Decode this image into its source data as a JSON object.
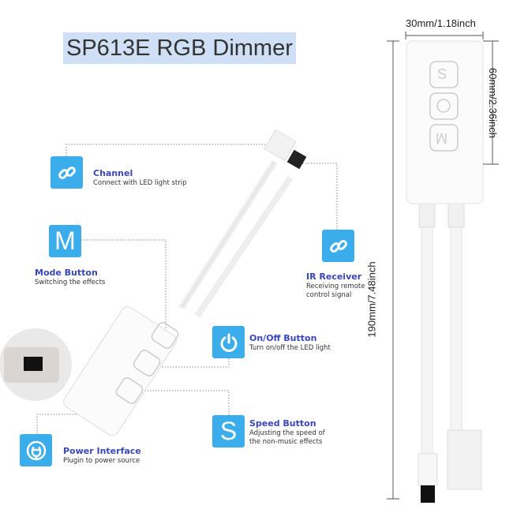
{
  "title": "SP613E RGB Dimmer",
  "features": {
    "channel": {
      "title": "Channel",
      "desc": "Connect with LED light strip"
    },
    "mode": {
      "title": "Mode Button",
      "desc": "Switching the effects",
      "icon_letter": "M"
    },
    "ir": {
      "title": "IR Receiver",
      "desc1": "Receiving remote",
      "desc2": "control signal"
    },
    "onoff": {
      "title": "On/Off Button",
      "desc": "Turn on/off the LED light"
    },
    "speed": {
      "title": "Speed Button",
      "desc1": "Adjusting the speed of",
      "desc2": "the non-music effects",
      "icon_letter": "S"
    },
    "power": {
      "title": "Power Interface",
      "desc": "Plugin to power source"
    }
  },
  "dimensions": {
    "width": "30mm/1.18inch",
    "height": "60mm/2.36inch",
    "length": "190mm/7.48inch"
  },
  "device_buttons": [
    "S",
    "M"
  ],
  "colors": {
    "accent": "#3badeb",
    "heading": "#3a46b8",
    "title_bg": "#cfe0f6"
  }
}
